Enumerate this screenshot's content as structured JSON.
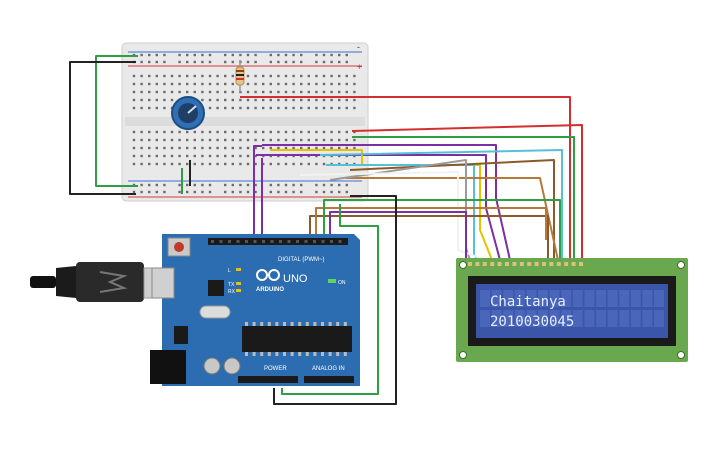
{
  "lcd": {
    "line1": "Chaitanya",
    "line2": "2010030045",
    "text_color": "#e6ecff",
    "bg_color": "#3b56a8",
    "pcb_color": "#6aa84f"
  },
  "arduino": {
    "model_label": "UNO",
    "brand_label": "ARDUINO",
    "digital_label": "DIGITAL (PWM~)",
    "power_label": "POWER",
    "analog_label": "ANALOG IN",
    "on_label": "ON",
    "tx_label": "TX",
    "rx_label": "RX",
    "l_label": "L",
    "board_color": "#2b6db0"
  },
  "breadboard": {
    "plus_label": "+",
    "minus_label": "-"
  },
  "wire_colors": {
    "red": "#d32f2f",
    "black": "#222222",
    "green": "#2ea043",
    "purple": "#7b2fa3",
    "yellow": "#e6c200",
    "cyan": "#55c1d6",
    "brown": "#8b5a2b",
    "white": "#f2f2f2",
    "gray": "#9a9a9a"
  }
}
